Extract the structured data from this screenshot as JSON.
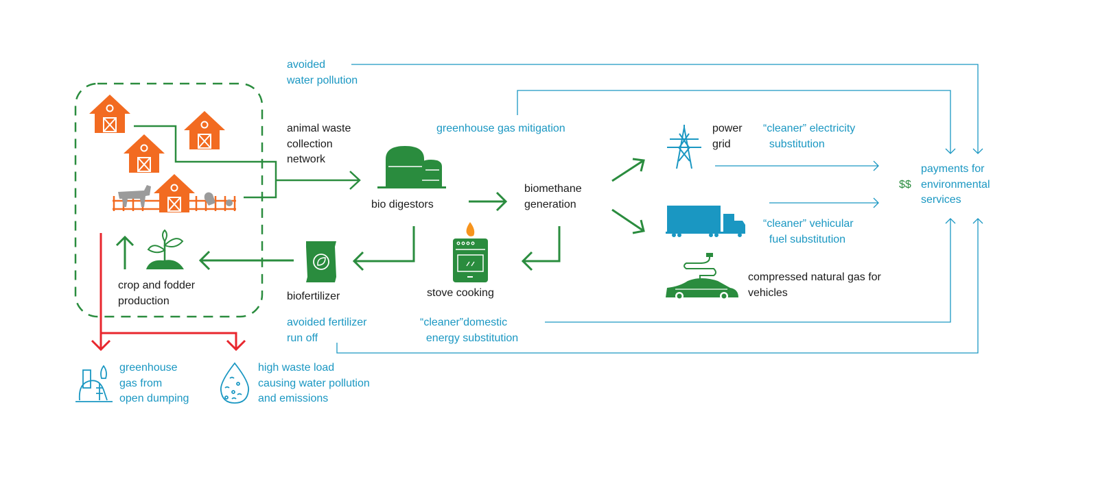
{
  "colors": {
    "flow_green": "#2a8c3e",
    "benefit_blue": "#1a97c2",
    "negative_red": "#e8262d",
    "barn_orange": "#f26b21",
    "animal_gray": "#9b9b9b",
    "flame_orange": "#f7941d"
  },
  "farm": {
    "collection_label": "animal waste\ncollection\nnetwork",
    "crop_label": "crop and fodder\nproduction",
    "icons": [
      "barn-icon",
      "barn-icon",
      "barn-icon",
      "barn-with-livestock-icon",
      "sprout-icon"
    ]
  },
  "process": {
    "bio_digestors": "bio digestors",
    "biomethane": "biomethane\ngeneration",
    "stove": "stove cooking",
    "biofertilizer": "biofertilizer",
    "power_grid": "power\ngrid",
    "cng": "compressed natural gas for\nvehicles"
  },
  "benefits": {
    "avoided_water_pollution": "avoided\nwater pollution",
    "ghg_mitigation": "greenhouse gas mitigation",
    "cleaner_electricity": "“cleaner” electricity\n  substitution",
    "cleaner_vehicular": "“cleaner” vehicular\n  fuel substitution",
    "avoided_fertilizer": "avoided fertilizer\nrun off",
    "cleaner_domestic": "“cleaner”domestic\n  energy substitution",
    "payments": "payments for\nenvironmental\nservices",
    "currency": "$$"
  },
  "negatives": {
    "open_dumping": "greenhouse\ngas from\nopen dumping",
    "water_pollution": "high waste load\ncausing water pollution\nand emissions"
  }
}
